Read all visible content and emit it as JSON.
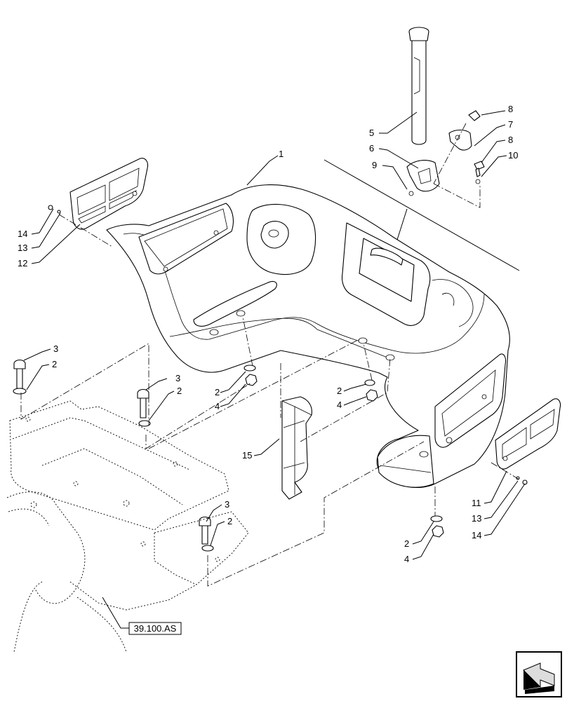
{
  "diagram": {
    "reference_label": "39.100.AS",
    "callouts": [
      {
        "id": "c1",
        "text": "1"
      },
      {
        "id": "c5",
        "text": "5"
      },
      {
        "id": "c6",
        "text": "6"
      },
      {
        "id": "c7",
        "text": "7"
      },
      {
        "id": "c8a",
        "text": "8"
      },
      {
        "id": "c8b",
        "text": "8"
      },
      {
        "id": "c9",
        "text": "9"
      },
      {
        "id": "c10",
        "text": "10"
      },
      {
        "id": "c14a",
        "text": "14"
      },
      {
        "id": "c13a",
        "text": "13"
      },
      {
        "id": "c12",
        "text": "12"
      },
      {
        "id": "c3a",
        "text": "3"
      },
      {
        "id": "c2a",
        "text": "2"
      },
      {
        "id": "c3b",
        "text": "3"
      },
      {
        "id": "c2b",
        "text": "2"
      },
      {
        "id": "c2c",
        "text": "2"
      },
      {
        "id": "c4a",
        "text": "4"
      },
      {
        "id": "c2d",
        "text": "2"
      },
      {
        "id": "c4b",
        "text": "4"
      },
      {
        "id": "c15",
        "text": "15"
      },
      {
        "id": "c3c",
        "text": "3"
      },
      {
        "id": "c2e",
        "text": "2"
      },
      {
        "id": "c11",
        "text": "11"
      },
      {
        "id": "c13b",
        "text": "13"
      },
      {
        "id": "c14b",
        "text": "14"
      },
      {
        "id": "c2f",
        "text": "2"
      },
      {
        "id": "c4c",
        "text": "4"
      }
    ]
  }
}
